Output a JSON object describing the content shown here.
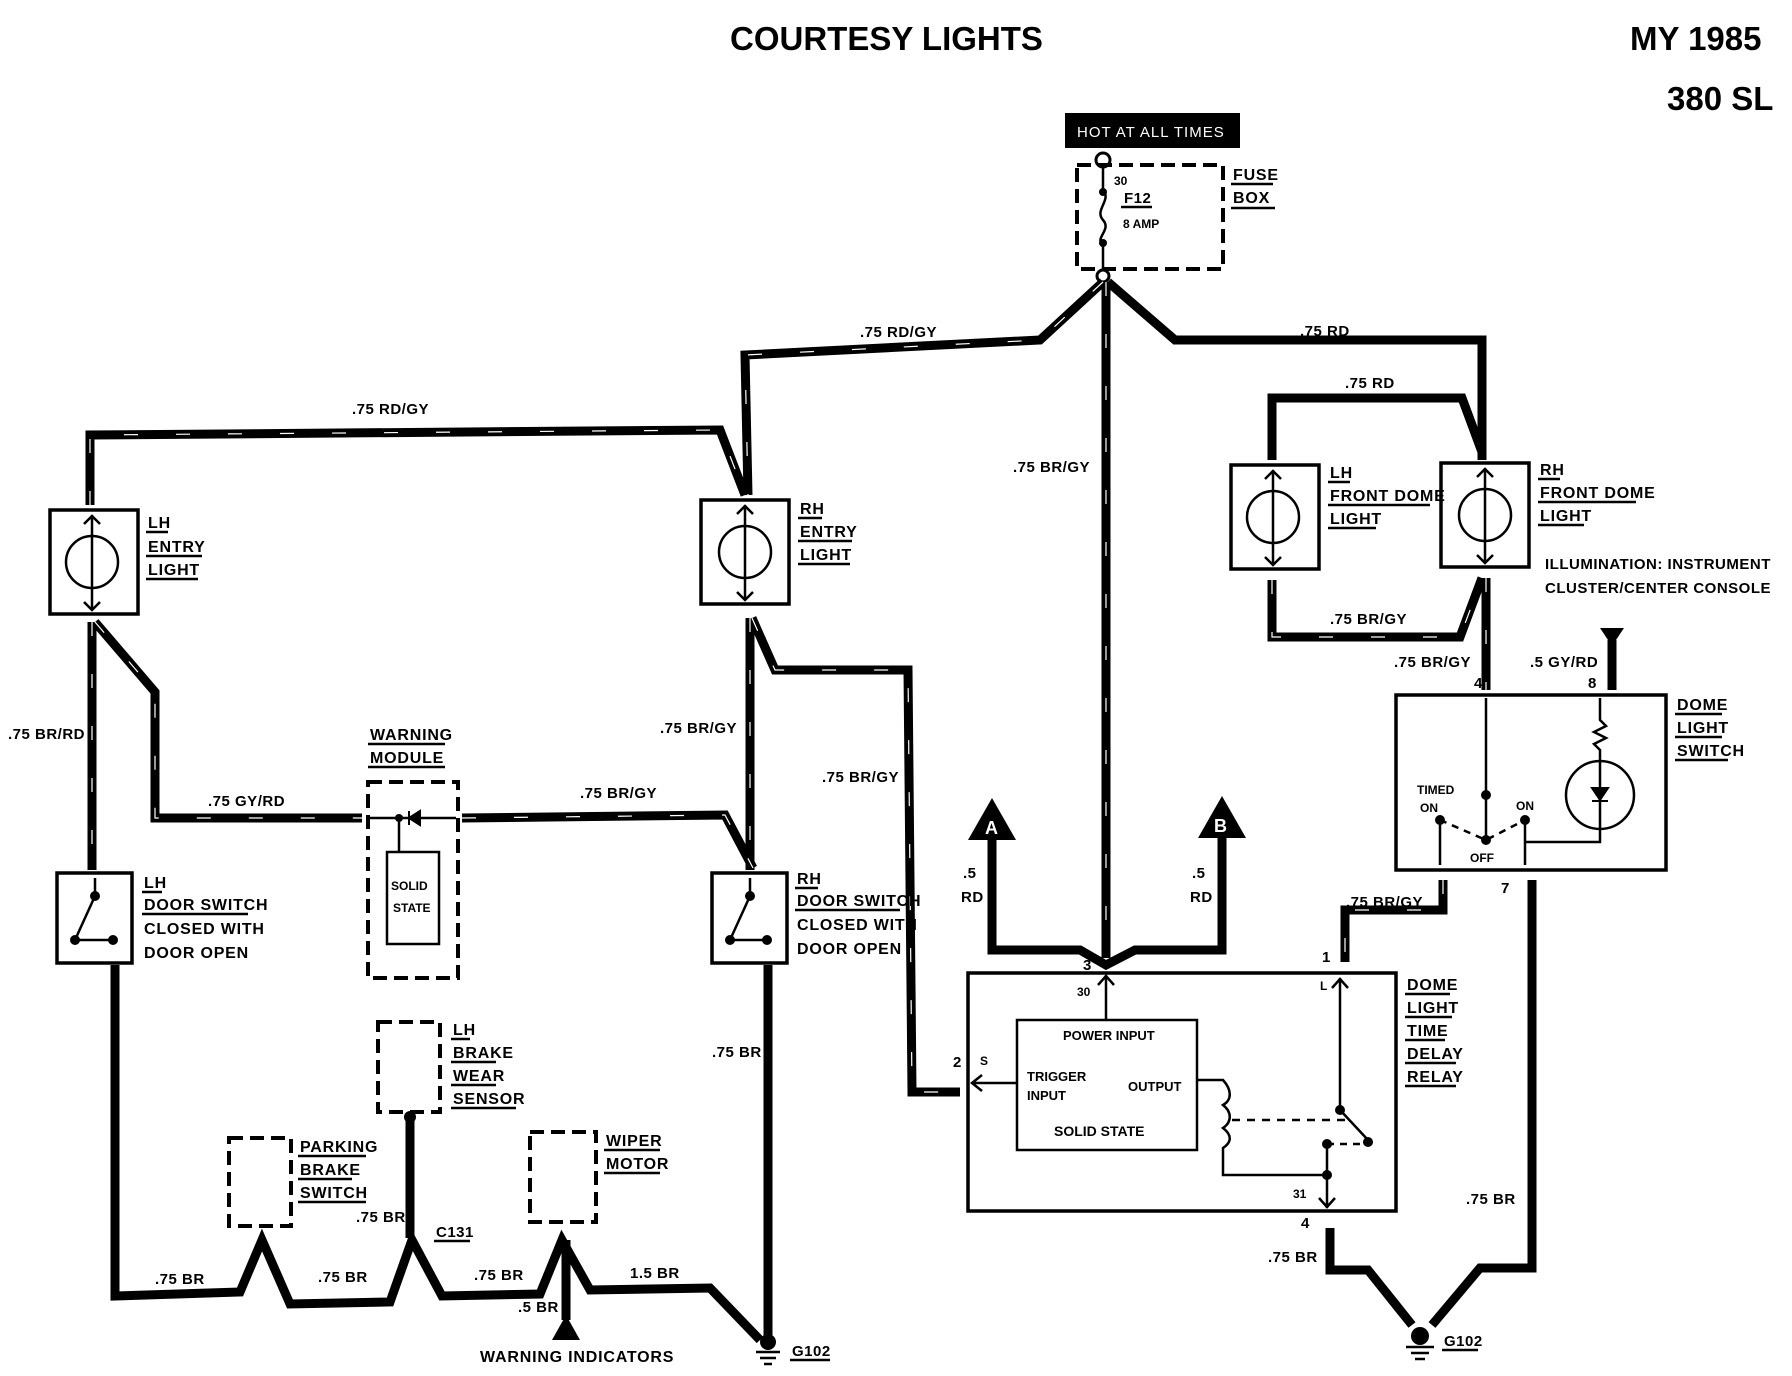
{
  "title": "COURTESY LIGHTS",
  "model_year": "MY 1985",
  "model": "380 SL",
  "power_source": {
    "label": "HOT AT ALL TIMES",
    "fuse_box_label": [
      "FUSE",
      "BOX"
    ],
    "terminal": "30",
    "fuse_id": "F12",
    "fuse_rating": "8 AMP"
  },
  "components": {
    "lh_entry_light": [
      "LH",
      "ENTRY",
      "LIGHT"
    ],
    "rh_entry_light": [
      "RH",
      "ENTRY",
      "LIGHT"
    ],
    "lh_front_dome_light": [
      "LH",
      "FRONT DOME",
      "LIGHT"
    ],
    "rh_front_dome_light": [
      "RH",
      "FRONT DOME",
      "LIGHT"
    ],
    "illumination_note": [
      "ILLUMINATION: INSTRUMENT",
      "CLUSTER/CENTER CONSOLE"
    ],
    "warning_module": [
      "WARNING",
      "MODULE"
    ],
    "warning_module_inner": [
      "SOLID",
      "STATE"
    ],
    "lh_door_switch": [
      "LH",
      "DOOR SWITCH",
      "CLOSED WITH",
      "DOOR OPEN"
    ],
    "rh_door_switch": [
      "RH",
      "DOOR SWITCH",
      "CLOSED WITH",
      "DOOR OPEN"
    ],
    "dome_light_switch": [
      "DOME",
      "LIGHT",
      "SWITCH"
    ],
    "dome_switch_positions": {
      "timed_on": [
        "TIMED",
        "ON"
      ],
      "off": "OFF",
      "on": "ON"
    },
    "delay_relay": [
      "DOME",
      "LIGHT",
      "TIME",
      "DELAY",
      "RELAY"
    ],
    "relay_internal": {
      "power_input": "POWER INPUT",
      "trigger_input": [
        "TRIGGER",
        "INPUT"
      ],
      "output": "OUTPUT",
      "solid_state": "SOLID STATE"
    },
    "lh_brake_wear_sensor": [
      "LH",
      "BRAKE",
      "WEAR",
      "SENSOR"
    ],
    "parking_brake_switch": [
      "PARKING",
      "BRAKE",
      "SWITCH"
    ],
    "wiper_motor": [
      "WIPER",
      "MOTOR"
    ],
    "warning_indicators": "WARNING INDICATORS",
    "connector_c131": "C131",
    "ground_left": "G102",
    "ground_right": "G102"
  },
  "connectors": {
    "A": "A",
    "B": "B"
  },
  "pins": {
    "relay_3": "3",
    "relay_30": "30",
    "relay_1": "1",
    "relay_L": "L",
    "relay_2": "2",
    "relay_S": "S",
    "relay_31": "31",
    "relay_4": "4",
    "switch_4": "4",
    "switch_8": "8",
    "switch_7": "7"
  },
  "wires": {
    "fuse_to_rh_entry": ".75 RD/GY",
    "rh_entry_to_lh_entry": ".75 RD/GY",
    "fuse_to_relay": ".75 BR/GY",
    "fuse_to_dome": ".75 RD",
    "dome_crossover": ".75 RD",
    "dome_lights_return": ".75 BR/GY",
    "dome_to_switch": ".75 BR/GY",
    "switch_pin8": ".5 GY/RD",
    "lh_entry_to_lh_door": ".75 BR/RD",
    "lh_entry_to_warning": ".75 GY/RD",
    "warning_to_rh": ".75 BR/GY",
    "rh_entry_to_rh_door": ".75 BR/GY",
    "rh_entry_to_relay": ".75 BR/GY",
    "to_connector_a": [
      ".5",
      "RD"
    ],
    "to_connector_b": [
      ".5",
      "RD"
    ],
    "switch_to_relay": ".75 BR/GY",
    "rh_door_ground": ".75 BR",
    "ground_seg_1": ".75 BR",
    "ground_seg_2": ".75 BR",
    "ground_seg_3": ".75 BR",
    "ground_seg_4": "1.5 BR",
    "brake_sensor_wire": ".75 BR",
    "warning_indicators_wire": ".5 BR",
    "relay_ground": ".75 BR",
    "switch_ground": ".75 BR"
  }
}
